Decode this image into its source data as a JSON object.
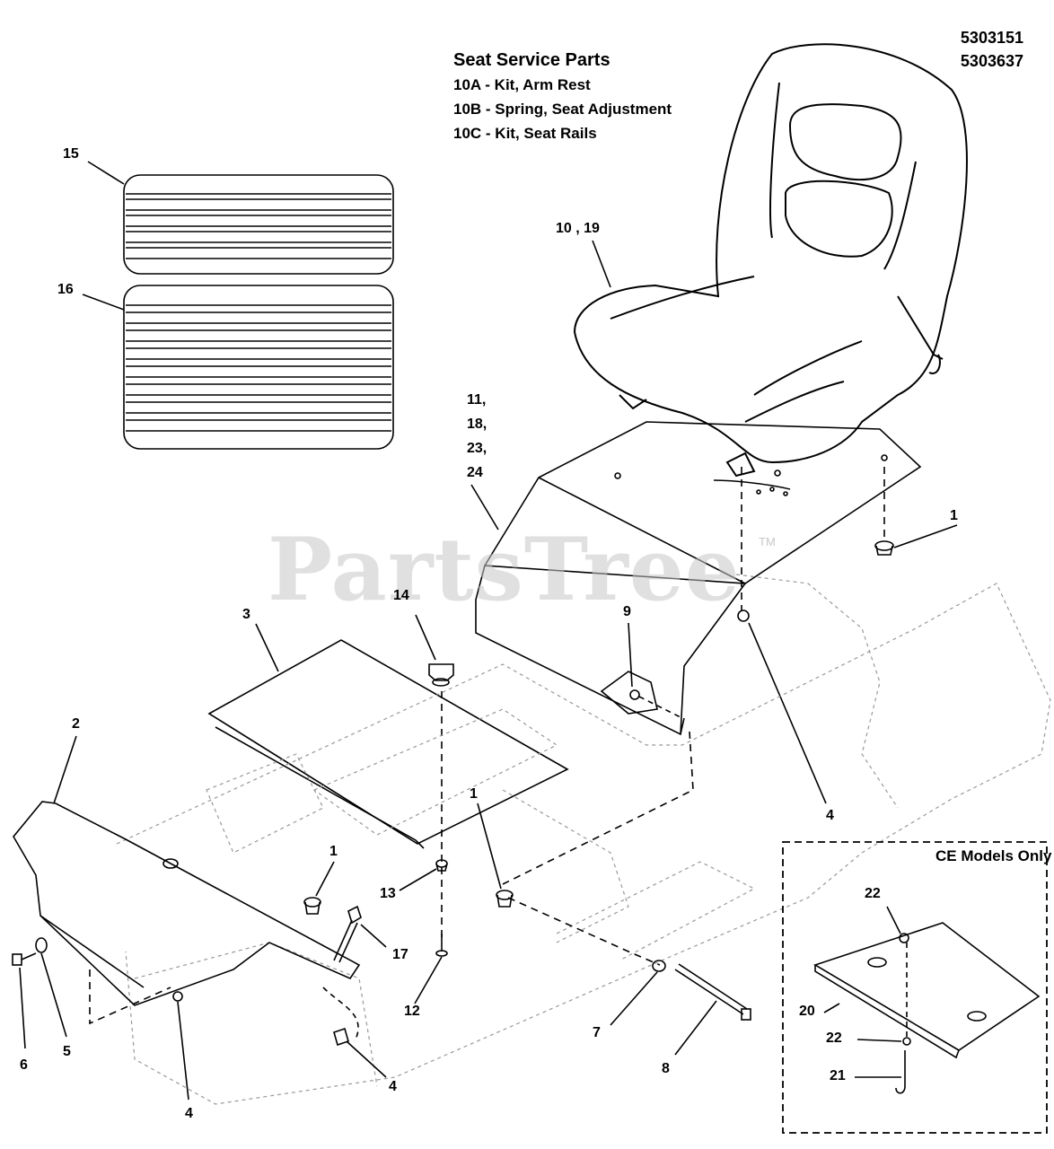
{
  "part_numbers": [
    "5303151",
    "5303637"
  ],
  "service_parts": {
    "title": "Seat Service Parts",
    "items": [
      "10A - Kit, Arm Rest",
      "10B - Spring, Seat Adjustment",
      "10C - Kit, Seat Rails"
    ]
  },
  "watermark": {
    "text": "PartsTree",
    "tm": "TM"
  },
  "ce_box": {
    "title": "CE Models Only"
  },
  "callouts": {
    "c15": "15",
    "c16": "16",
    "c10_19": "10 , 19",
    "c11": "11,",
    "c18": "18,",
    "c23": "23,",
    "c24": "24",
    "c1_right": "1",
    "c3": "3",
    "c14": "14",
    "c9": "9",
    "c2": "2",
    "c1_mid": "1",
    "c1_left": "1",
    "c13": "13",
    "c17": "17",
    "c12": "12",
    "c4_right": "4",
    "c4_left": "4",
    "c4_mid": "4",
    "c6": "6",
    "c5": "5",
    "c7": "7",
    "c8": "8",
    "c22_top": "22",
    "c20": "20",
    "c22_bottom": "22",
    "c21": "21"
  },
  "colors": {
    "line": "#000000",
    "watermark": "#c8c8c8",
    "background": "#ffffff"
  }
}
